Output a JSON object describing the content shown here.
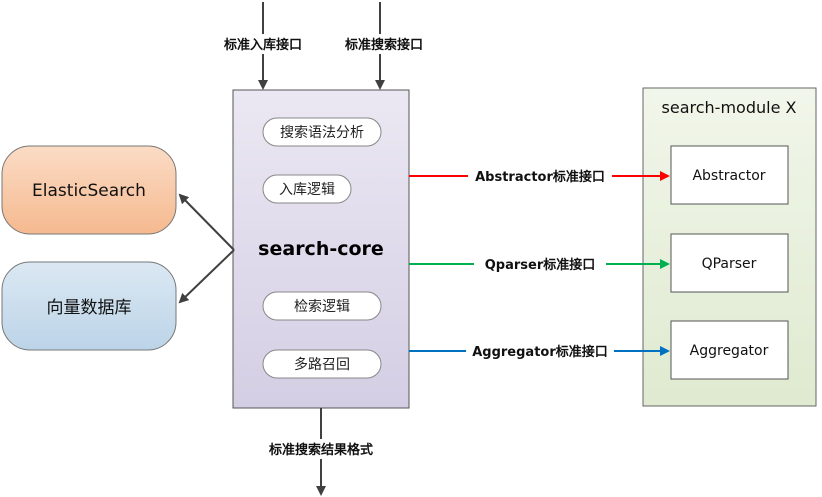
{
  "top_interfaces": [
    "标准入库接口",
    "标准搜索接口"
  ],
  "core": {
    "title": "search-core",
    "modules": [
      "搜索语法分析",
      "入库逻辑",
      "检索逻辑",
      "多路召回"
    ]
  },
  "stores": [
    "ElasticSearch",
    "向量数据库"
  ],
  "output_label": "标准搜索结果格式",
  "search_module": {
    "title": "search-module X",
    "components": [
      "Abstractor",
      "QParser",
      "Aggregator"
    ]
  },
  "connectors": [
    {
      "label": "Abstractor标准接口",
      "color": "#ff0000"
    },
    {
      "label": "Qparser标准接口",
      "color": "#00b050"
    },
    {
      "label": "Aggregator标准接口",
      "color": "#0070c0"
    }
  ],
  "colors": {
    "core_fill": "#e0dcec",
    "module_fill": "#e8f0dc",
    "es_fill": "#f9c9a8",
    "vector_fill": "#c9dcec"
  }
}
